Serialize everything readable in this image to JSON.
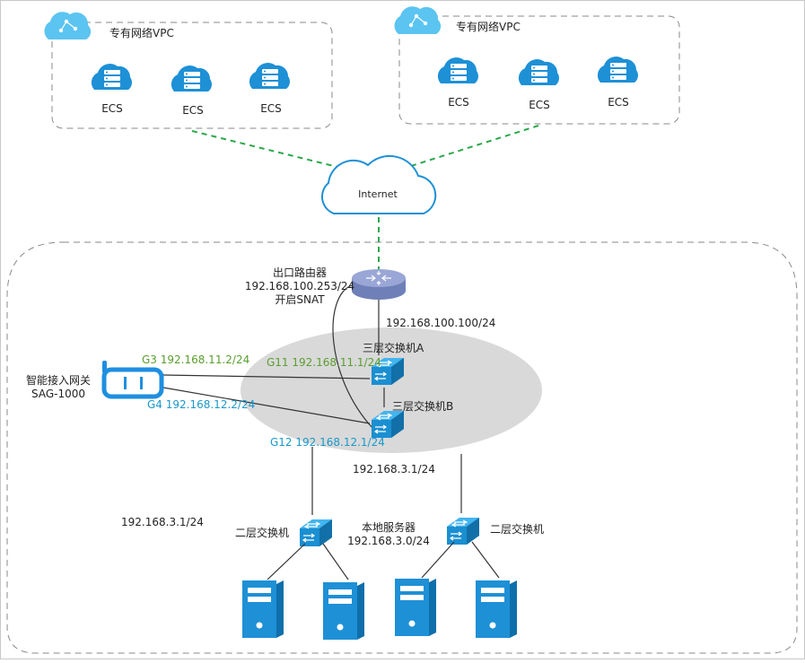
{
  "vpc_left": {
    "title": "专有网络VPC",
    "ecs": [
      "ECS",
      "ECS",
      "ECS"
    ]
  },
  "vpc_right": {
    "title": "专有网络VPC",
    "ecs": [
      "ECS",
      "ECS",
      "ECS"
    ]
  },
  "internet": {
    "label": "Internet"
  },
  "router": {
    "label_line1": "出口路由器",
    "label_line2": "192.168.100.253/24",
    "label_line3": "开启SNAT",
    "ip_down": "192.168.100.100/24"
  },
  "switch_a": {
    "label": "三层交换机A",
    "port": "G11 192.168.11.1/24"
  },
  "switch_b": {
    "label": "三层交换机B",
    "port": "G12 192.168.12.1/24"
  },
  "sag": {
    "label_line1": "智能接入网关",
    "label_line2": "SAG-1000",
    "port_g3": "G3 192.168.11.2/24",
    "port_g4": "G4 192.168.12.2/24"
  },
  "lower": {
    "ip_mid": "192.168.3.1/24",
    "ip_left": "192.168.3.1/24",
    "l2_switch_left": "二层交换机",
    "l2_switch_right": "二层交换机",
    "server_label_line1": "本地服务器",
    "server_label_line2": "192.168.3.0/24"
  },
  "colors": {
    "icon_blue": "#1e90d6",
    "cloud_light": "#5bc4f1",
    "link_green": "#2aa84a",
    "label_green": "#5a9e2f",
    "label_blue": "#1a98cc",
    "ellipse_gray": "#d9d9d9"
  }
}
